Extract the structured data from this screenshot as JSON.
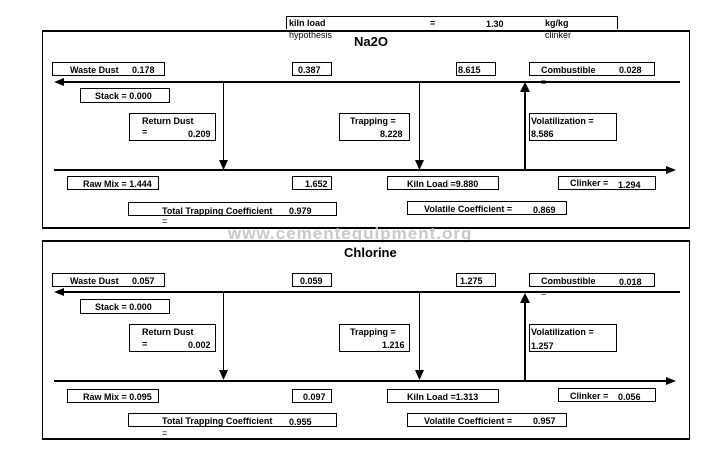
{
  "header": {
    "label_line1": "kiln load",
    "label_line2": "hypothesis",
    "eq": "=",
    "value": "1.30",
    "unit_line1": "kg/kg",
    "unit_line2": "clinker"
  },
  "watermark": "www.cementequipment.org",
  "na2o": {
    "title": "Na2O",
    "waste_dust": "Waste Dust",
    "waste_dust_val": "0.178",
    "top_mid1": "0.387",
    "top_mid2": "8.615",
    "combustible": "Combustible",
    "combustible_val": "0.028",
    "combustible_eq": "=",
    "stack": "Stack = 0.000",
    "return_dust": "Return Dust",
    "return_dust_eq": "=",
    "return_dust_val": "0.209",
    "trapping": "Trapping =",
    "trapping_val": "8.228",
    "volatilization": "Volatilization =",
    "volatilization_val": "8.586",
    "raw_mix": "Raw Mix = 1.444",
    "bottom_mid": "1.652",
    "kiln_load": "Kiln Load =9.880",
    "clinker": "Clinker =",
    "clinker_val": "1.294",
    "ttc": "Total Trapping Coefficient",
    "ttc_eq": "=",
    "ttc_val": "0.979",
    "vc": "Volatile Coefficient =",
    "vc_val": "0.869"
  },
  "chlorine": {
    "title": "Chlorine",
    "waste_dust": "Waste Dust",
    "waste_dust_val": "0.057",
    "top_mid1": "0.059",
    "top_mid2": "1.275",
    "combustible": "Combustible",
    "combustible_val": "0.018",
    "combustible_eq": "=",
    "stack": "Stack = 0.000",
    "return_dust": "Return Dust",
    "return_dust_eq": "=",
    "return_dust_val": "0.002",
    "trapping": "Trapping =",
    "trapping_val": "1.216",
    "volatilization": "Volatilization =",
    "volatilization_val": "1.257",
    "raw_mix": "Raw Mix = 0.095",
    "bottom_mid": "0.097",
    "kiln_load": "Kiln Load =1.313",
    "clinker": "Clinker =",
    "clinker_val": "0.056",
    "ttc": "Total Trapping Coefficient",
    "ttc_eq": "=",
    "ttc_val": "0.955",
    "vc": "Volatile Coefficient =",
    "vc_val": "0.957"
  }
}
